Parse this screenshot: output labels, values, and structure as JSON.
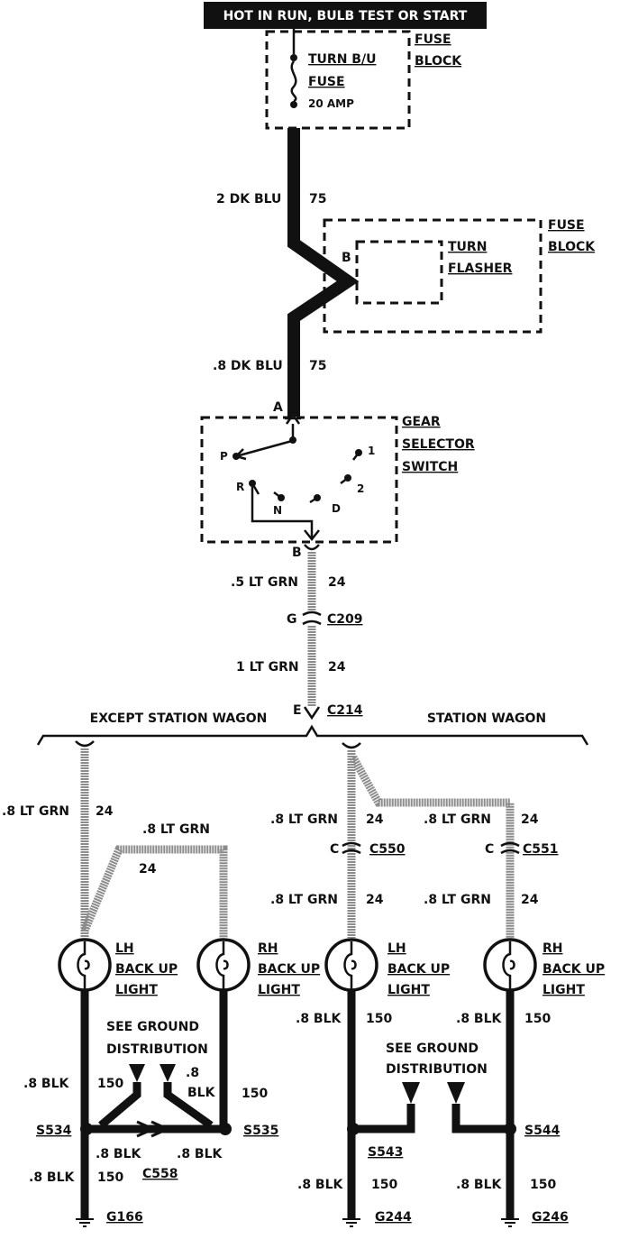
{
  "header": {
    "title": "HOT IN RUN, BULB TEST OR START"
  },
  "fuse_block_top": {
    "label1": "FUSE",
    "label2": "BLOCK",
    "fuse_line1": "TURN B/U",
    "fuse_line2": "FUSE",
    "fuse_amp": "20 AMP"
  },
  "wire_top": {
    "gauge": "2 DK BLU",
    "circuit": "75"
  },
  "fuse_block_flasher": {
    "label1": "FUSE",
    "label2": "BLOCK",
    "flasher1": "TURN",
    "flasher2": "FLASHER",
    "pin": "B"
  },
  "wire_mid": {
    "gauge": ".8 DK BLU",
    "circuit": "75"
  },
  "gear_switch": {
    "pin_a": "A",
    "pin_b": "B",
    "label1": "GEAR",
    "label2": "SELECTOR",
    "label3": "SWITCH",
    "positions": [
      "P",
      "R",
      "N",
      "D",
      "2",
      "1"
    ]
  },
  "wire_lt1": {
    "gauge": ".5 LT GRN",
    "circuit": "24"
  },
  "conn_c209": {
    "pin": "G",
    "name": "C209"
  },
  "wire_lt2": {
    "gauge": "1 LT GRN",
    "circuit": "24"
  },
  "conn_c214": {
    "pin": "E",
    "name": "C214"
  },
  "branches": {
    "left": "EXCEPT STATION WAGON",
    "right": "STATION WAGON"
  },
  "left_side": {
    "wire1_gauge": ".8 LT GRN",
    "wire1_circuit": "24",
    "wire2_gauge": ".8 LT GRN",
    "wire2_circuit": "24",
    "lh_light": [
      "LH",
      "BACK UP",
      "LIGHT"
    ],
    "rh_light": [
      "RH",
      "BACK UP",
      "LIGHT"
    ],
    "see_ground1": "SEE GROUND",
    "see_ground2": "DISTRIBUTION",
    "blk_left_gauge": ".8 BLK",
    "blk_left_circuit": "150",
    "blk_mid_gauge1": ".8",
    "blk_mid_gauge2": "BLK",
    "blk_right_circuit": "150",
    "splice_left": "S534",
    "splice_right": "S535",
    "jumper_left": ".8 BLK",
    "jumper_right": ".8 BLK",
    "conn": "C558",
    "ground_wire_gauge": ".8 BLK",
    "ground_wire_circuit": "150",
    "ground": "G166"
  },
  "right_side": {
    "wire1_gauge": ".8 LT GRN",
    "wire1_circuit": "24",
    "wire2_gauge": ".8 LT GRN",
    "wire2_circuit": "24",
    "c550_pin": "C",
    "c550": "C550",
    "c551_pin": "C",
    "c551": "C551",
    "wire3_gauge": ".8 LT GRN",
    "wire3_circuit": "24",
    "wire4_gauge": ".8 LT GRN",
    "wire4_circuit": "24",
    "lh_light": [
      "LH",
      "BACK UP",
      "LIGHT"
    ],
    "rh_light": [
      "RH",
      "BACK UP",
      "LIGHT"
    ],
    "blk1_gauge": ".8 BLK",
    "blk1_circuit": "150",
    "blk2_gauge": ".8 BLK",
    "blk2_circuit": "150",
    "see_ground1": "SEE GROUND",
    "see_ground2": "DISTRIBUTION",
    "splice_left": "S543",
    "splice_right": "S544",
    "gw1_gauge": ".8 BLK",
    "gw1_circuit": "150",
    "gw2_gauge": ".8 BLK",
    "gw2_circuit": "150",
    "ground_left": "G244",
    "ground_right": "G246"
  }
}
